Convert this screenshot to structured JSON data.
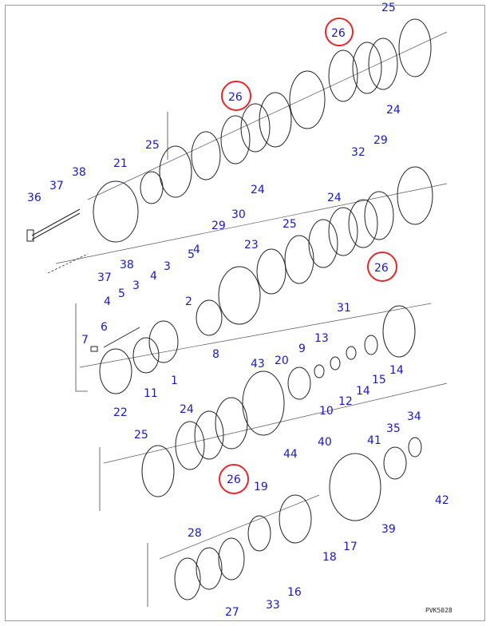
{
  "diagram": {
    "code": "PVK5028",
    "labels": [
      "25",
      "26",
      "24",
      "29",
      "32",
      "26",
      "24",
      "25",
      "21",
      "38",
      "37",
      "36",
      "29",
      "30",
      "24",
      "26",
      "25",
      "23",
      "31",
      "38",
      "37",
      "4",
      "3",
      "5",
      "4",
      "5",
      "3",
      "4",
      "2",
      "6",
      "7",
      "8",
      "1",
      "11",
      "22",
      "43",
      "20",
      "9",
      "13",
      "10",
      "12",
      "14",
      "15",
      "14",
      "24",
      "25",
      "26",
      "44",
      "34",
      "35",
      "40",
      "41",
      "42",
      "39",
      "19",
      "28",
      "18",
      "17",
      "27",
      "33",
      "16"
    ],
    "highlight_color": "#e0282d",
    "label_color": "#1a1ab4"
  }
}
